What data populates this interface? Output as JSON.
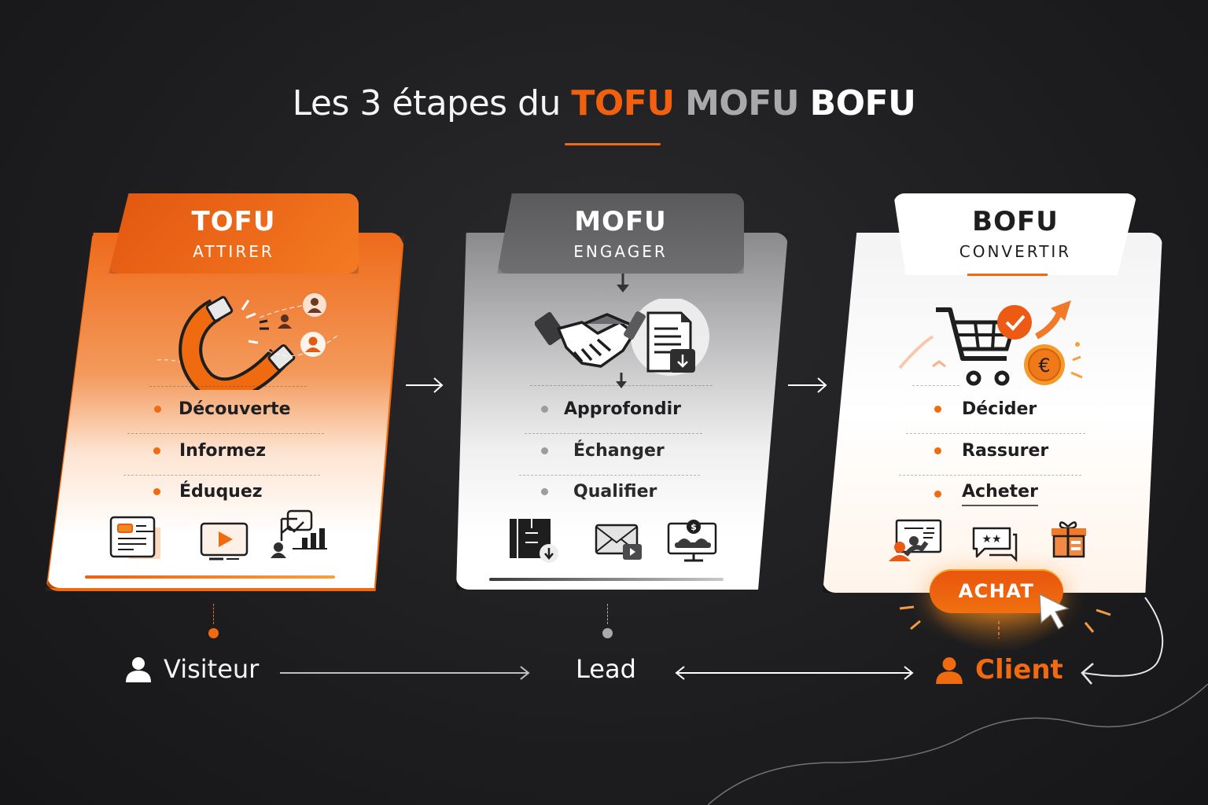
{
  "title": {
    "prefix": "Les 3 étapes du",
    "tofu": "TOFU",
    "mofu": "MOFU",
    "bofu": "BOFU"
  },
  "colors": {
    "accent_orange": "#f06a10",
    "mofu_grey": "#6f6f71",
    "background": "#1d1d1f",
    "text_dark": "#1f1f22"
  },
  "stages": [
    {
      "name": "TOFU",
      "subtitle": "ATTIRER",
      "illustration": "magnet-attracting-users-icon",
      "items": [
        "Découverte",
        "Informez",
        "Éduquez"
      ],
      "icons": [
        "article-icon",
        "video-play-icon",
        "infographic-chart-icon"
      ]
    },
    {
      "name": "MOFU",
      "subtitle": "ENGAGER",
      "illustration": "handshake-document-download-icon",
      "items": [
        "Approfondir",
        "Échanger",
        "Qualifier"
      ],
      "icons": [
        "ebook-download-icon",
        "email-video-icon",
        "webinar-icon"
      ]
    },
    {
      "name": "BOFU",
      "subtitle": "CONVERTIR",
      "illustration": "cart-check-euro-coin-icon",
      "items": [
        "Décider",
        "Rassurer",
        "Acheter"
      ],
      "icons": [
        "demo-presentation-icon",
        "reviews-stars-icon",
        "gift-offer-icon"
      ]
    }
  ],
  "cta": {
    "label": "ACHAT"
  },
  "journey": {
    "visitor": "Visiteur",
    "lead": "Lead",
    "client": "Client"
  }
}
